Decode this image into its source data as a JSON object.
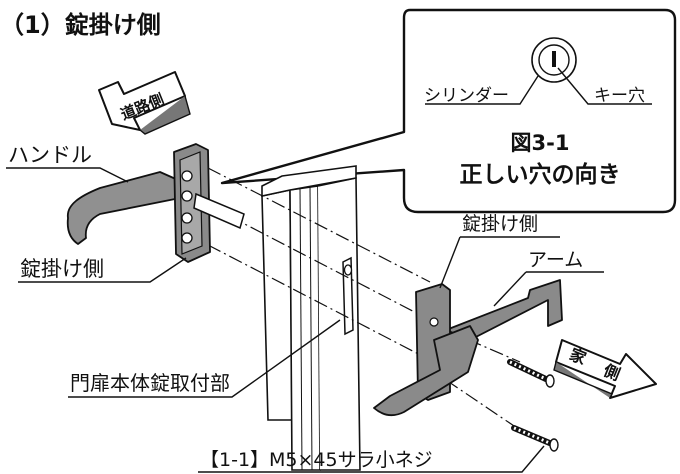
{
  "section_title": "（1）錠掛け側",
  "arrows": {
    "road_side": "道路側",
    "house_side_1": "家",
    "house_side_2": "側"
  },
  "labels": {
    "handle": "ハンドル",
    "lock_side_upper": "錠掛け側",
    "lock_side_lower": "錠掛け側",
    "arm": "アーム",
    "gate_lock_mount": "門扉本体錠取付部",
    "screw": "【1-1】M5×45サラ小ネジ",
    "cylinder": "シリンダー",
    "key_hole": "キー穴"
  },
  "callout": {
    "figure_number": "図3-1",
    "caption": "正しい穴の向き"
  }
}
